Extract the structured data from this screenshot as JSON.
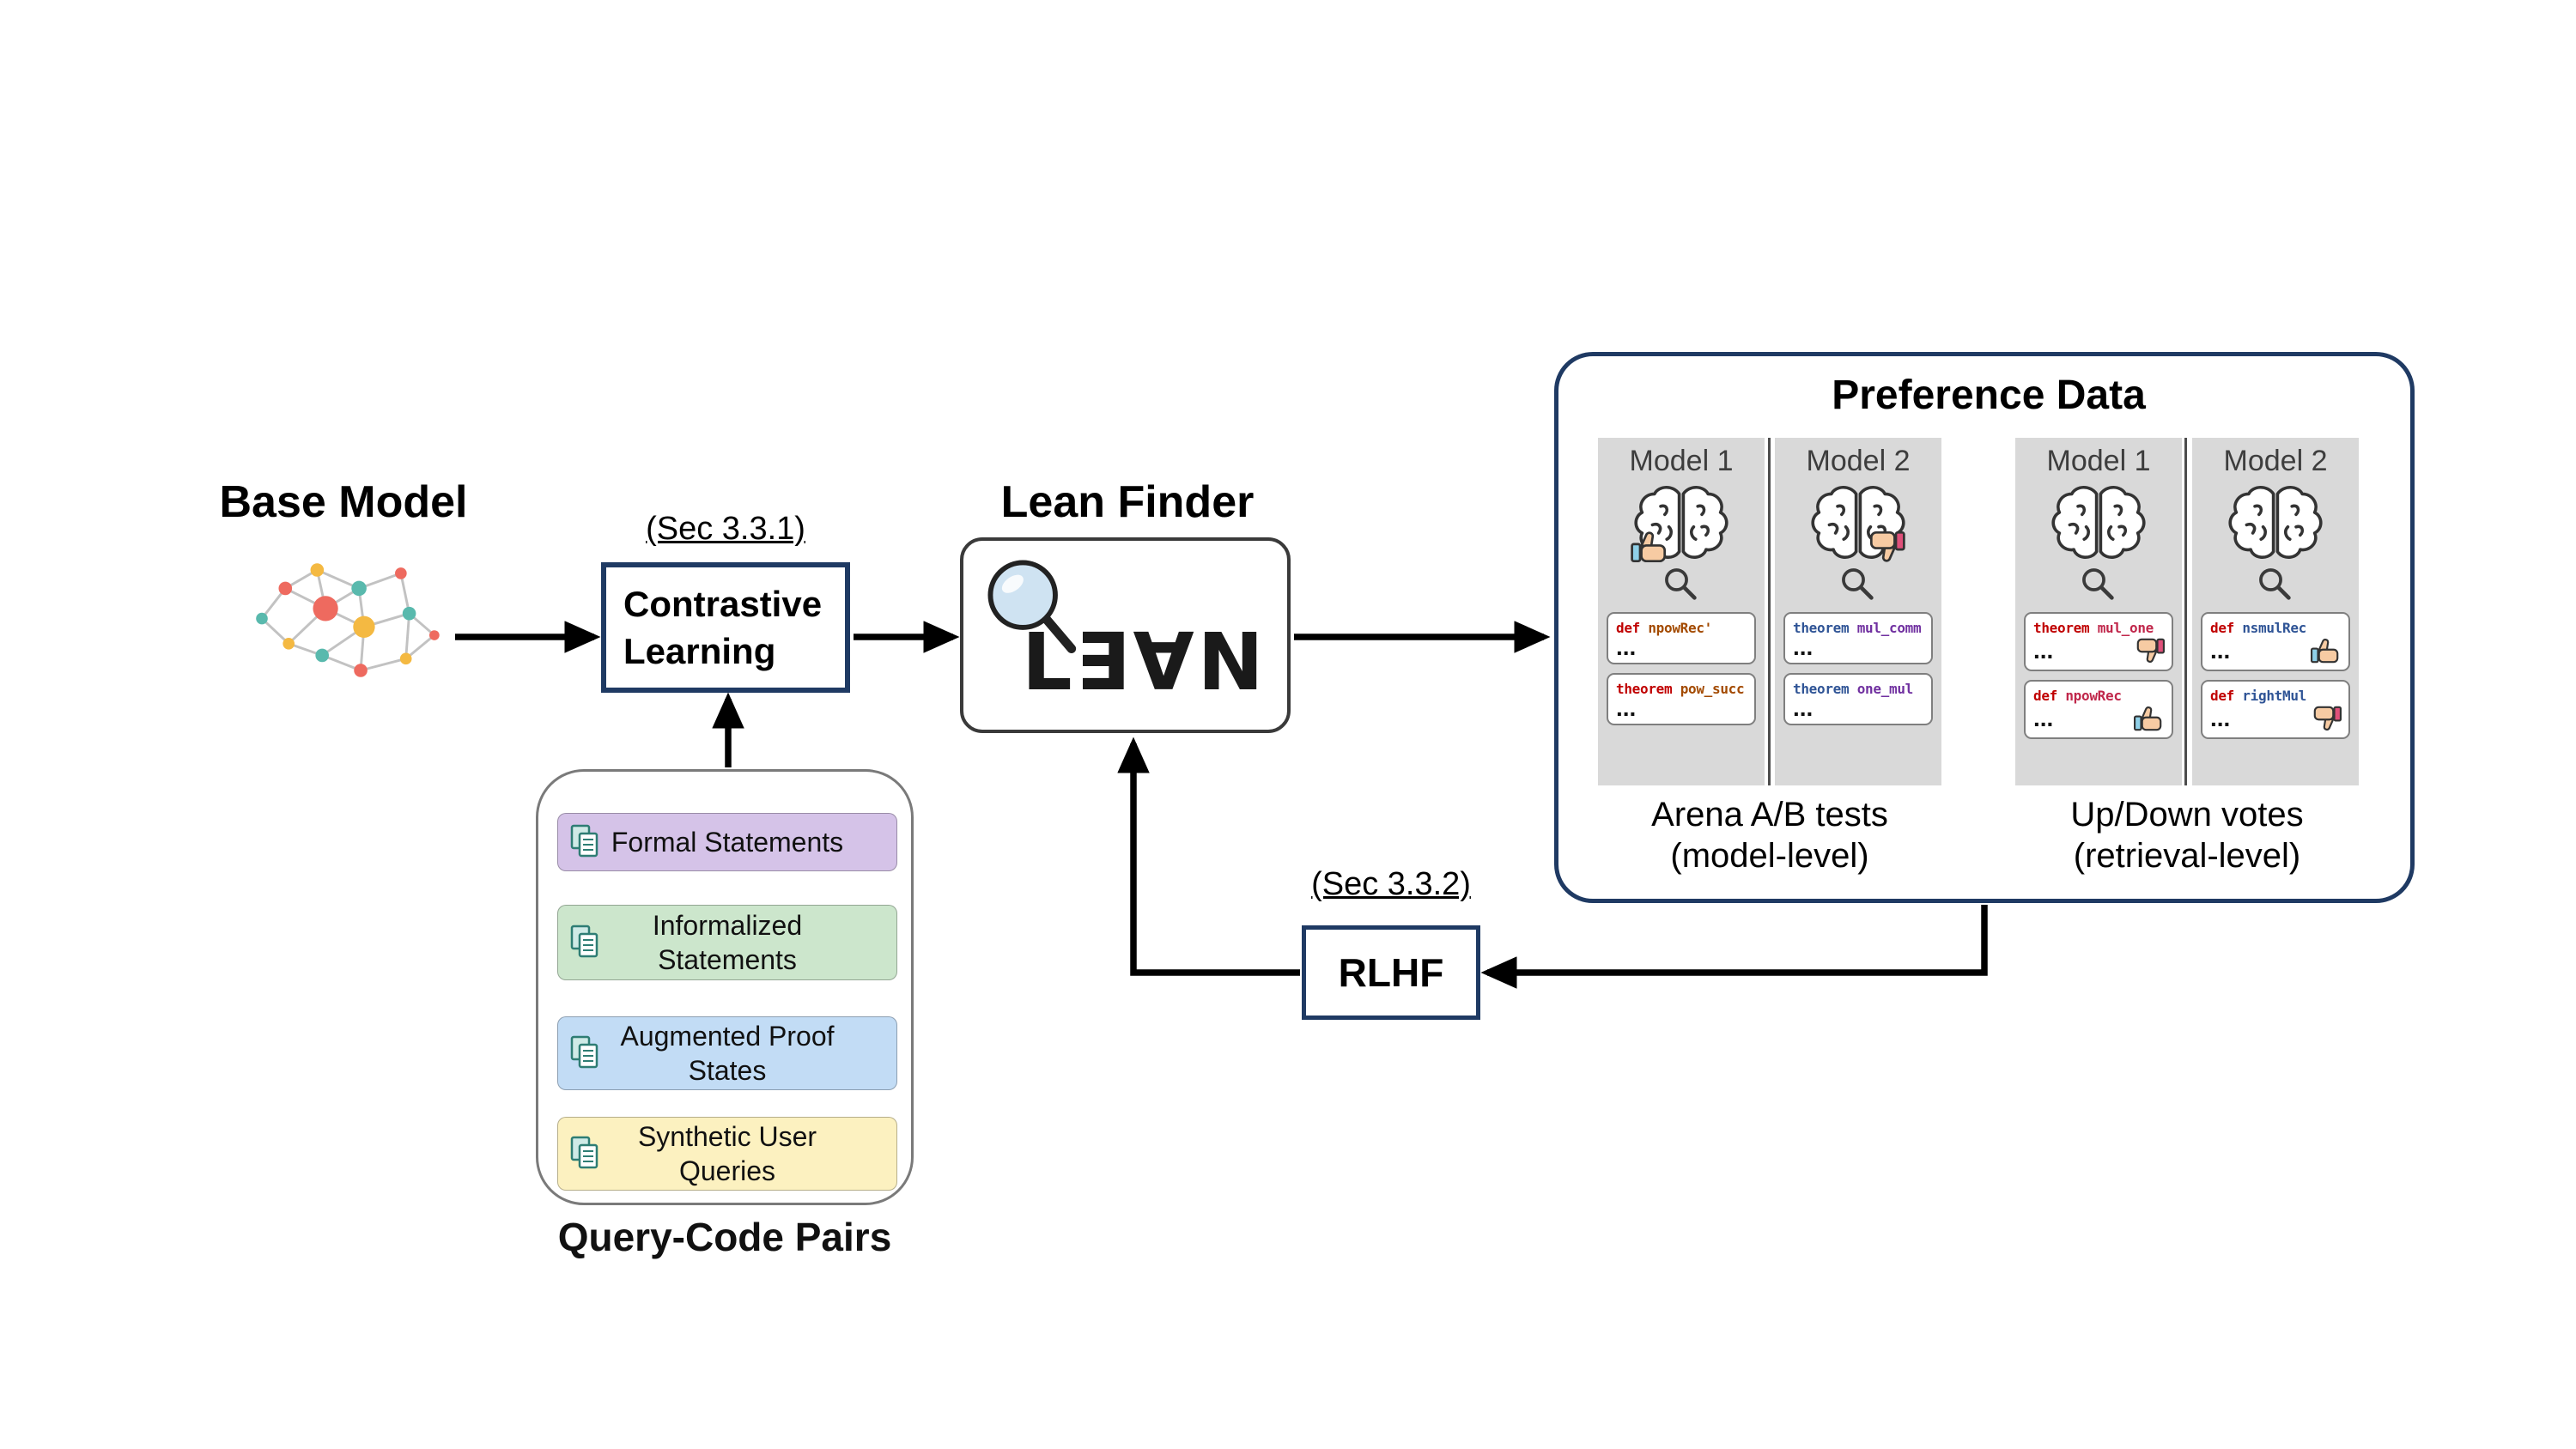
{
  "labels": {
    "base_model": "Base Model",
    "sec331": "(Sec 3.3.1)",
    "contrastive_l1": "Contrastive",
    "contrastive_l2": "Learning",
    "lean_finder": "Lean Finder",
    "lean_logo": "L∃∀N",
    "sec332": "(Sec 3.3.2)",
    "rlhf": "RLHF",
    "query_code_caption": "Query-Code Pairs",
    "ellipsis": "..."
  },
  "query_code": {
    "items": [
      {
        "label": "Formal Statements",
        "bg": "#d5c3e8"
      },
      {
        "label": "Informalized\nStatements",
        "bg": "#cce6cc"
      },
      {
        "label": "Augmented Proof\nStates",
        "bg": "#c2dcf5"
      },
      {
        "label": "Synthetic User\nQueries",
        "bg": "#fcf1c0"
      }
    ]
  },
  "preference": {
    "title": "Preference Data",
    "arena": {
      "caption1": "Arena A/B tests",
      "caption2": "(model-level)",
      "models": [
        {
          "name": "Model 1",
          "thumb": "up",
          "cards": [
            {
              "kw": "def",
              "name": "npowRec'",
              "kw_color": "#c00000",
              "name_color": "#a34a00"
            },
            {
              "kw": "theorem",
              "name": "pow_succ",
              "kw_color": "#c00000",
              "name_color": "#a34a00"
            }
          ]
        },
        {
          "name": "Model 2",
          "thumb": "down",
          "cards": [
            {
              "kw": "theorem",
              "name": "mul_comm",
              "kw_color": "#2f5496",
              "name_color": "#7030a0"
            },
            {
              "kw": "theorem",
              "name": "one_mul",
              "kw_color": "#2f5496",
              "name_color": "#7030a0"
            }
          ]
        }
      ]
    },
    "votes": {
      "caption1": "Up/Down votes",
      "caption2": "(retrieval-level)",
      "models": [
        {
          "name": "Model 1",
          "cards": [
            {
              "kw": "theorem",
              "name": "mul_one",
              "kw_color": "#c00000",
              "name_color": "#c0274b",
              "vote": "down"
            },
            {
              "kw": "def",
              "name": "npowRec",
              "kw_color": "#c00000",
              "name_color": "#c0274b",
              "vote": "up"
            }
          ]
        },
        {
          "name": "Model 2",
          "cards": [
            {
              "kw": "def",
              "name": "nsmulRec",
              "kw_color": "#c00000",
              "name_color": "#2f5496",
              "vote": "up"
            },
            {
              "kw": "def",
              "name": "rightMul",
              "kw_color": "#c00000",
              "name_color": "#2f5496",
              "vote": "down"
            }
          ]
        }
      ]
    }
  },
  "colors": {
    "navy_border": "#1f3a63",
    "panel_gray": "#d9d9d9",
    "arrow": "#000000",
    "lens_blue": "#cfe3f2",
    "thumb_up_cuff": "#8fd0e8",
    "thumb_down_cuff": "#e0507a",
    "network_red": "#ee6a5f",
    "network_teal": "#59b9ad",
    "network_yellow": "#f4b942"
  }
}
